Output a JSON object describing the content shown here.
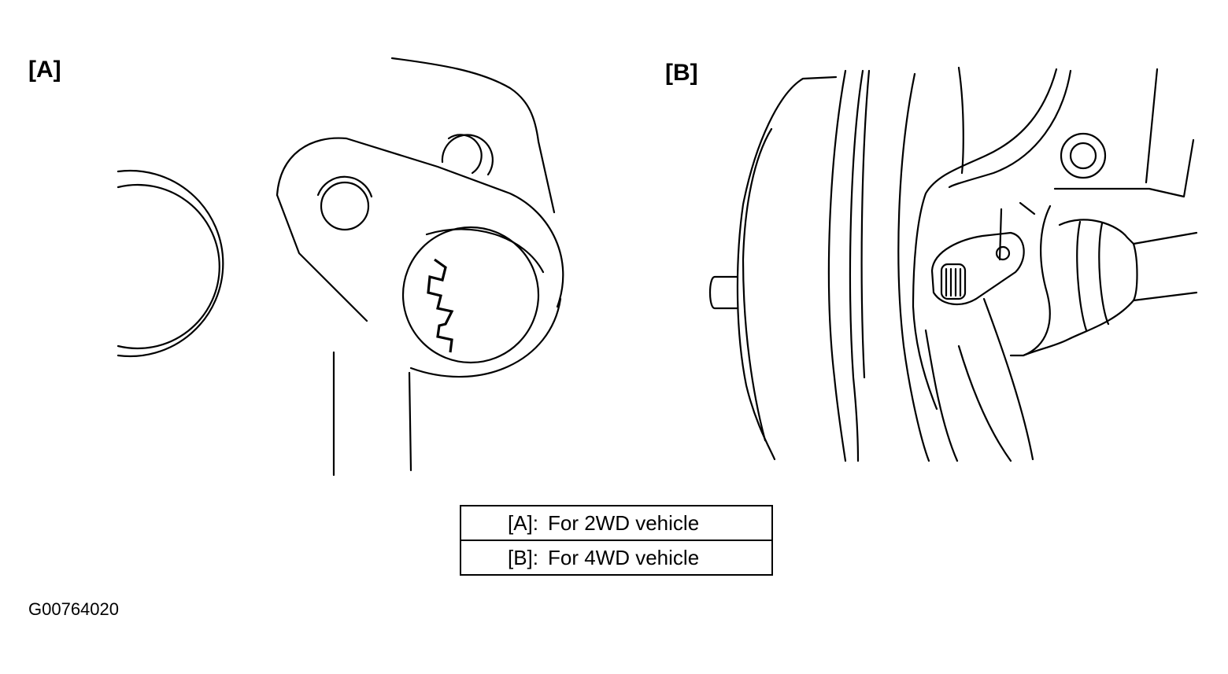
{
  "panels": {
    "a": {
      "label": "[A]"
    },
    "b": {
      "label": "[B]"
    }
  },
  "legend": [
    {
      "key": "[A]:",
      "text": "For 2WD vehicle"
    },
    {
      "key": "[B]:",
      "text": "For 4WD vehicle"
    }
  ],
  "figure_code": "G00764020"
}
